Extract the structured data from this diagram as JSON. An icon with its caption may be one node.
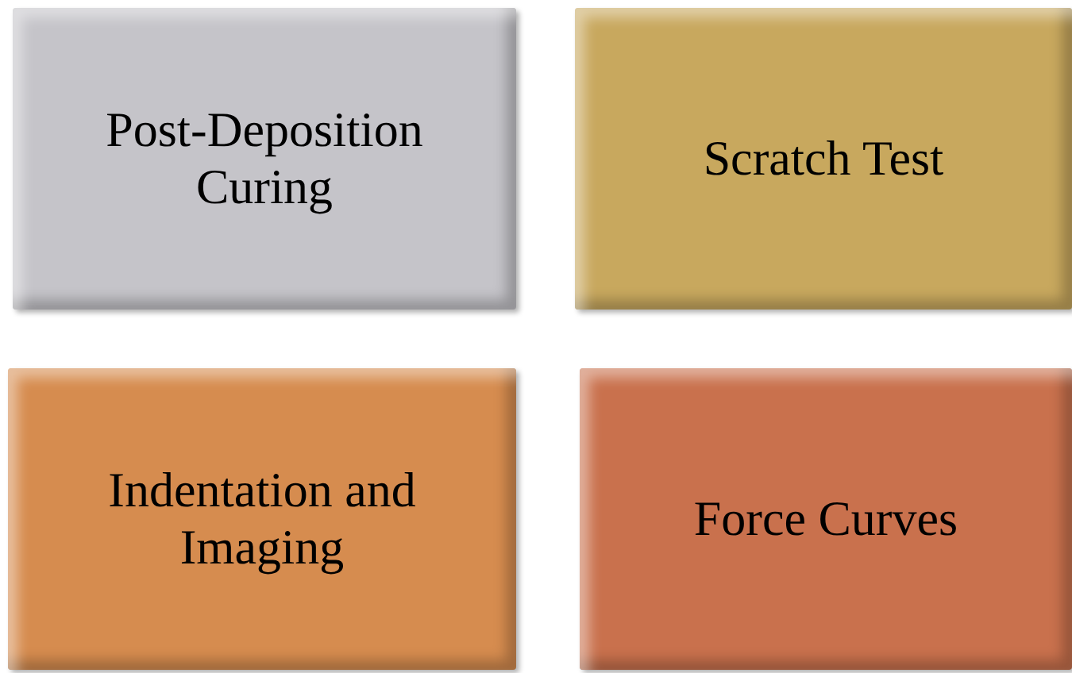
{
  "diagram": {
    "nodes": [
      {
        "text": [
          "Post-Deposition Curing"
        ]
      },
      {
        "text": [
          "Scratch Test"
        ]
      },
      {
        "text": [
          "Indentation and Imaging"
        ]
      },
      {
        "text": [
          "Force Curves"
        ]
      }
    ]
  }
}
